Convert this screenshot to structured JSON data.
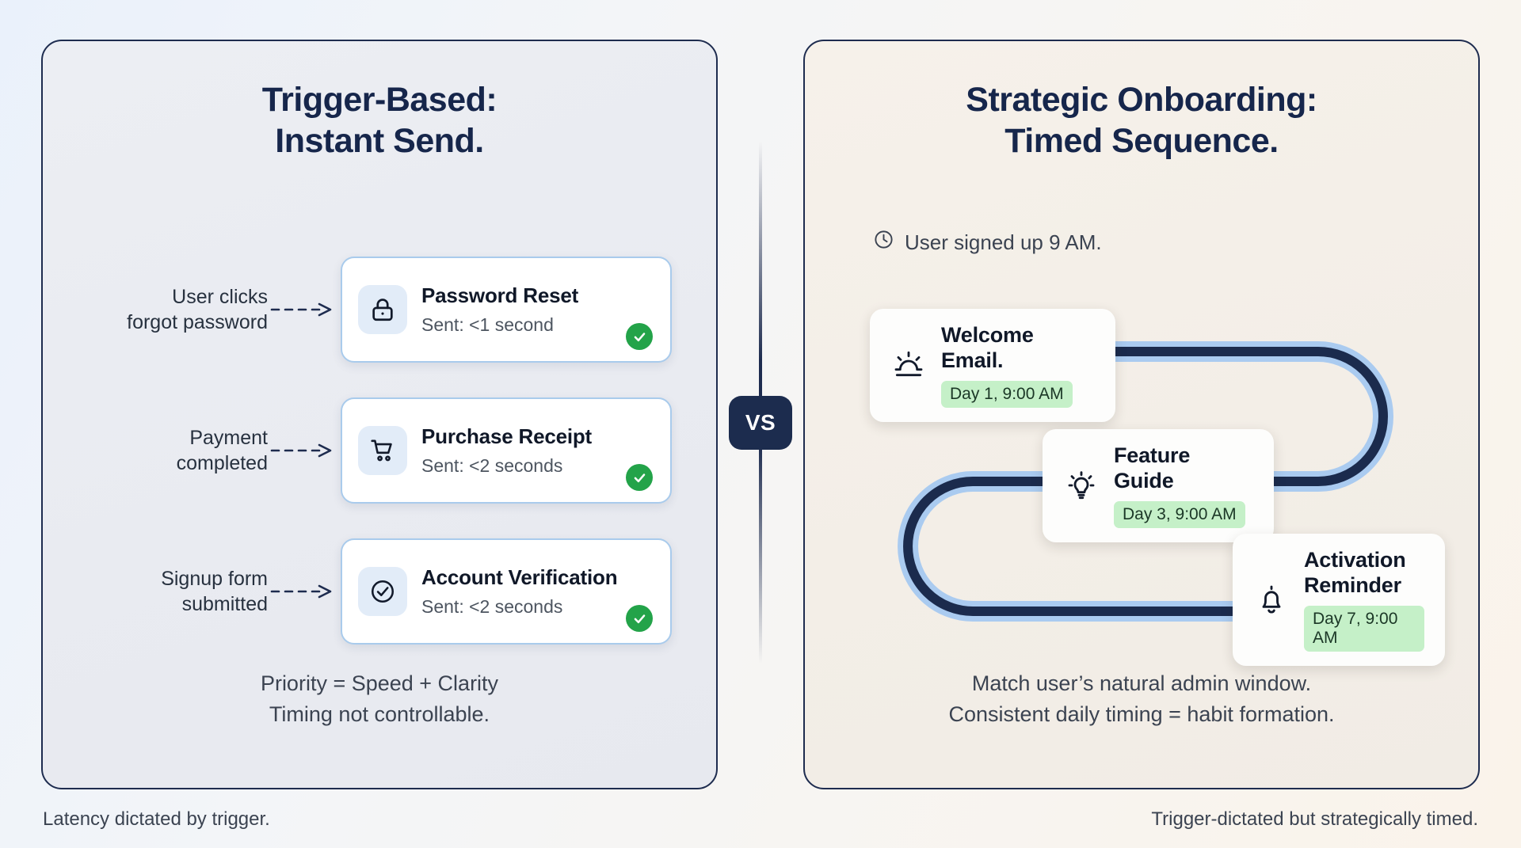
{
  "left_panel": {
    "title_line1": "Trigger-Based:",
    "title_line2": "Instant Send.",
    "rows": [
      {
        "trigger_line1": "User clicks",
        "trigger_line2": "forgot password",
        "icon": "lock-icon",
        "email_name": "Password Reset",
        "timing": "Sent: <1 second",
        "status": "check-icon"
      },
      {
        "trigger_line1": "Payment",
        "trigger_line2": "completed",
        "icon": "shopping-cart-icon",
        "email_name": "Purchase Receipt",
        "timing": "Sent: <2 seconds",
        "status": "check-icon"
      },
      {
        "trigger_line1": "Signup form",
        "trigger_line2": "submitted",
        "icon": "check-circle-icon",
        "email_name": "Account Verification",
        "timing": "Sent: <2 seconds",
        "status": "check-icon"
      }
    ],
    "summary_line1": "Priority = Speed + Clarity",
    "summary_line2": "Timing not controllable.",
    "footer": "Latency dictated by trigger."
  },
  "divider": {
    "label": "VS"
  },
  "right_panel": {
    "title_line1": "Strategic Onboarding:",
    "title_line2": "Timed Sequence.",
    "signup_note": "User signed up 9 AM.",
    "signup_note_icon": "clock-icon",
    "steps": [
      {
        "icon": "sunrise-icon",
        "name": "Welcome Email.",
        "schedule": "Day 1, 9:00 AM"
      },
      {
        "icon": "lightbulb-icon",
        "name": "Feature Guide",
        "schedule": "Day 3, 9:00 AM"
      },
      {
        "icon": "bell-icon",
        "name": "Activation Reminder",
        "schedule": "Day 7, 9:00 AM"
      }
    ],
    "summary_line1": "Match user’s natural admin window.",
    "summary_line2": "Consistent daily timing = habit formation.",
    "footer": "Trigger-dictated but strategically timed."
  },
  "colors": {
    "navy": "#1e2c4f",
    "card_border_blue": "#a9cbec",
    "icon_tile_blue": "#e2ecf8",
    "green_check": "#23a349",
    "pill_green": "#c5f0c8",
    "path_dark": "#1b2b4d",
    "path_halo": "#aacbf0",
    "left_bg": "#eceef3",
    "right_bg": "#f6f1ea"
  }
}
